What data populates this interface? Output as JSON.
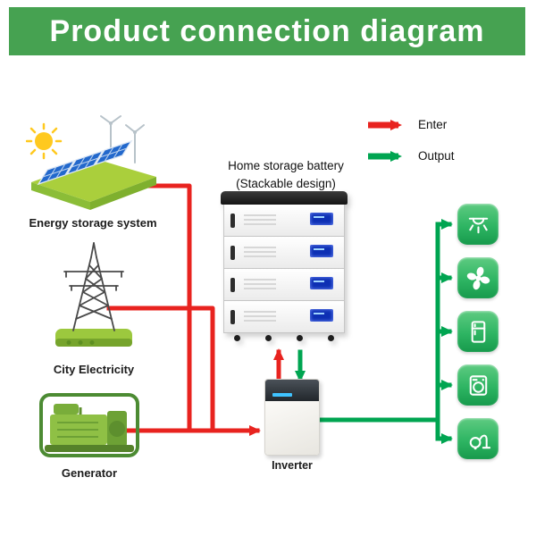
{
  "title": "Product connection diagram",
  "legend": {
    "enter_label": "Enter",
    "output_label": "Output"
  },
  "sources": [
    {
      "label": "Energy storage system"
    },
    {
      "label": "City Electricity"
    },
    {
      "label": "Generator"
    }
  ],
  "battery": {
    "label_line1": "Home storage battery",
    "label_line2": "(Stackable design)"
  },
  "inverter": {
    "label": "Inverter"
  },
  "appliances": [
    {
      "name": "ceiling-light-icon"
    },
    {
      "name": "fan-icon"
    },
    {
      "name": "refrigerator-icon"
    },
    {
      "name": "washing-machine-icon"
    },
    {
      "name": "vacuum-cleaner-icon"
    }
  ],
  "colors": {
    "banner": "#46a251",
    "enter": "#e8231f",
    "output": "#00a551",
    "tile": "#2eb563"
  }
}
